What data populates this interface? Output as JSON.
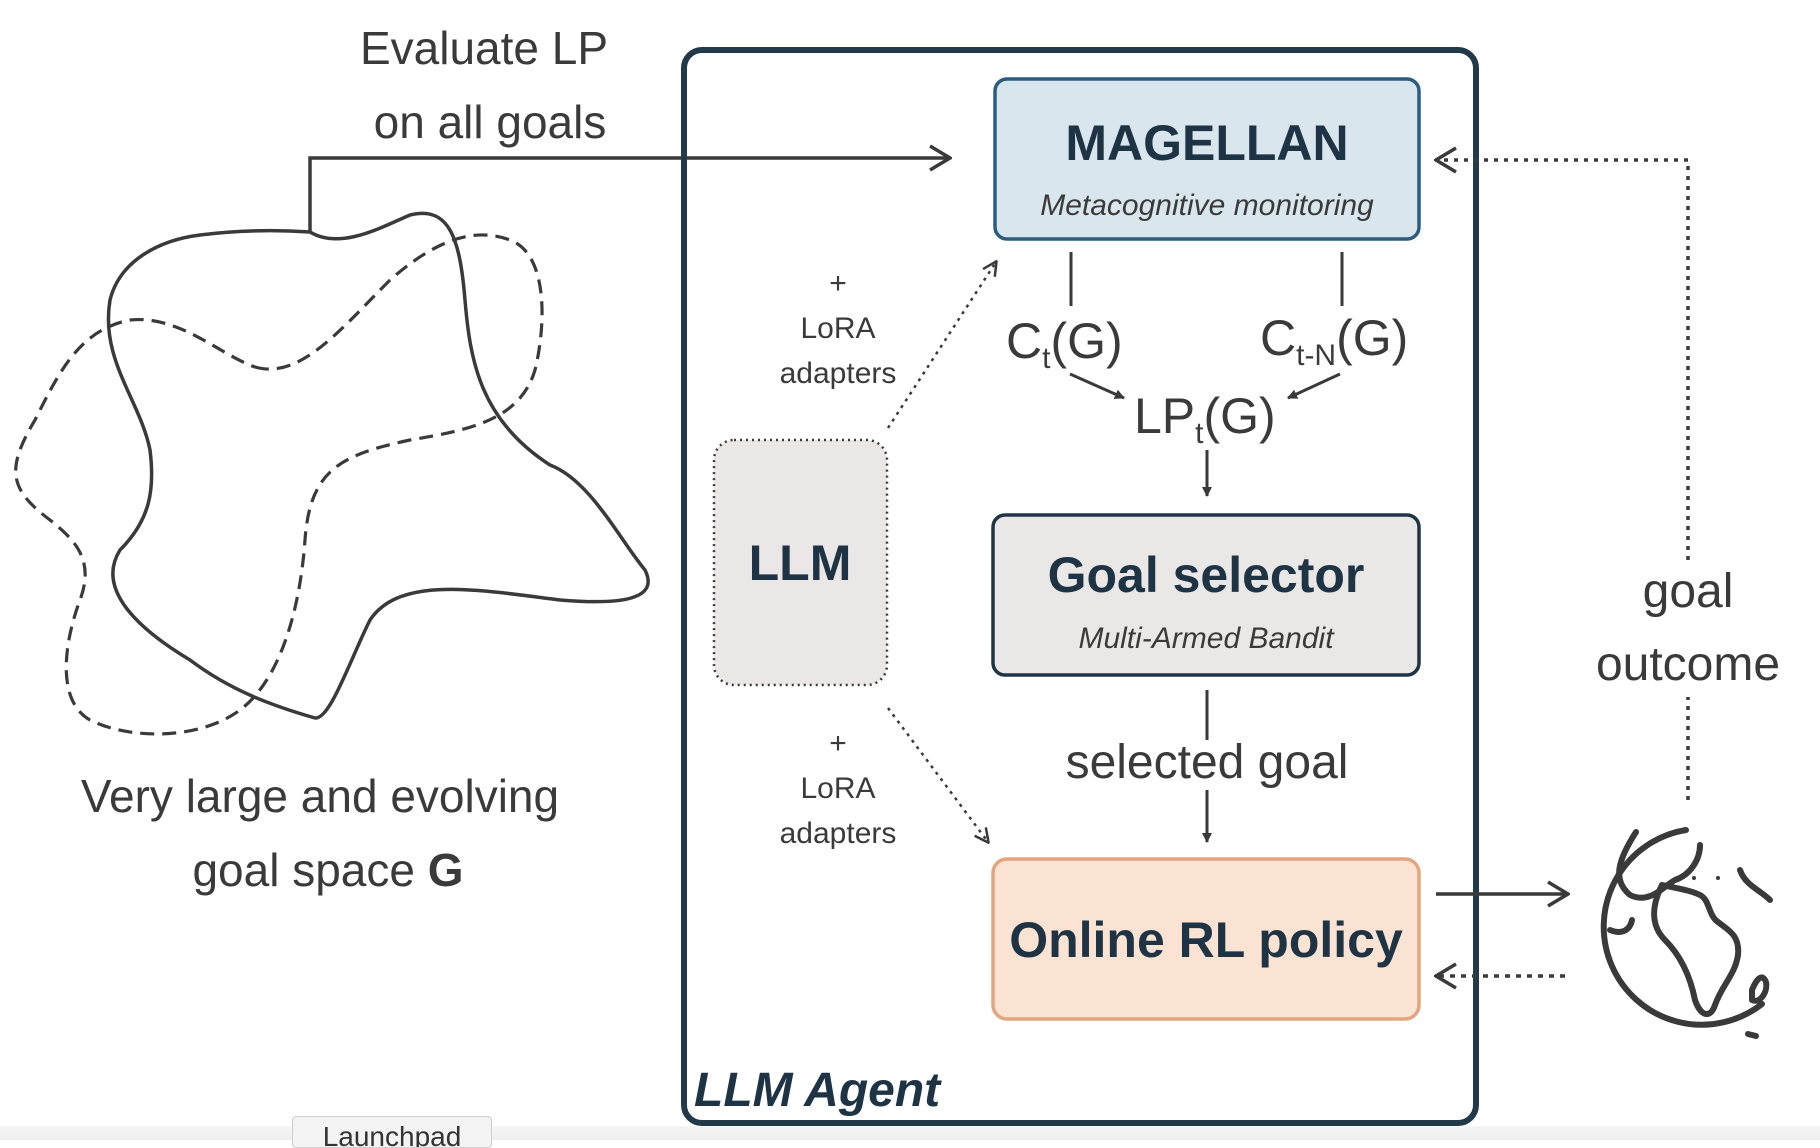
{
  "evaluate_label": [
    "Evaluate LP",
    "on all goals"
  ],
  "goal_space_label": {
    "line1": "Very large and evolving",
    "line2_prefix": "goal space ",
    "line2_symbol": "G"
  },
  "agent_label": "LLM Agent",
  "llm_box": {
    "label": "LLM"
  },
  "lora_upper": [
    "+",
    "LoRA",
    "adapters"
  ],
  "lora_lower": [
    "+",
    "LoRA",
    "adapters"
  ],
  "magellan_box": {
    "title": "MAGELLAN",
    "subtitle": "Metacognitive monitoring"
  },
  "competence_left": {
    "base": "C",
    "sub": "t",
    "arg": "(G)"
  },
  "competence_right": {
    "base": "C",
    "sub": "t-N",
    "arg": "(G)"
  },
  "learning_progress": {
    "base": "LP",
    "sub": "t",
    "arg": "(G)"
  },
  "goal_selector_box": {
    "title": "Goal selector",
    "subtitle": "Multi-Armed Bandit"
  },
  "selected_goal_label": "selected goal",
  "rl_policy_box": {
    "title": "Online RL policy"
  },
  "goal_outcome_label": [
    "goal",
    "outcome"
  ],
  "environment_icon": "globe-icon",
  "launchpad_button": "Launchpad",
  "colors": {
    "agent_border": "#22394a",
    "magellan_fill": "#d9e6ee",
    "magellan_border": "#2c5d80",
    "selector_fill": "#eae7e7",
    "selector_border": "#1f3545",
    "llm_fill": "#ebe7e7",
    "rl_fill": "#fbe3d4",
    "rl_border": "#e3a57f",
    "ink": "#3a3a3a"
  }
}
